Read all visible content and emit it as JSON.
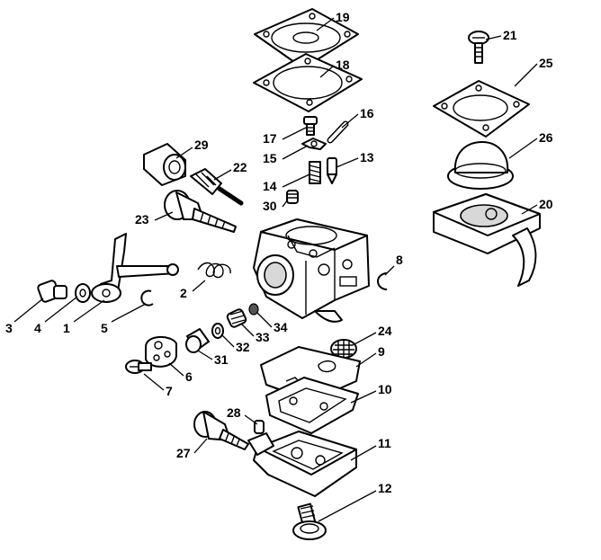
{
  "diagram": {
    "callouts": [
      {
        "label": "19"
      },
      {
        "label": "18"
      },
      {
        "label": "16"
      },
      {
        "label": "17"
      },
      {
        "label": "15"
      },
      {
        "label": "13"
      },
      {
        "label": "14"
      },
      {
        "label": "30"
      },
      {
        "label": "29"
      },
      {
        "label": "22"
      },
      {
        "label": "23"
      },
      {
        "label": "21"
      },
      {
        "label": "25"
      },
      {
        "label": "26"
      },
      {
        "label": "20"
      },
      {
        "label": "8"
      },
      {
        "label": "2"
      },
      {
        "label": "3"
      },
      {
        "label": "4"
      },
      {
        "label": "1"
      },
      {
        "label": "5"
      },
      {
        "label": "34"
      },
      {
        "label": "33"
      },
      {
        "label": "32"
      },
      {
        "label": "31"
      },
      {
        "label": "6"
      },
      {
        "label": "7"
      },
      {
        "label": "24"
      },
      {
        "label": "9"
      },
      {
        "label": "10"
      },
      {
        "label": "28"
      },
      {
        "label": "27"
      },
      {
        "label": "11"
      },
      {
        "label": "12"
      }
    ]
  }
}
